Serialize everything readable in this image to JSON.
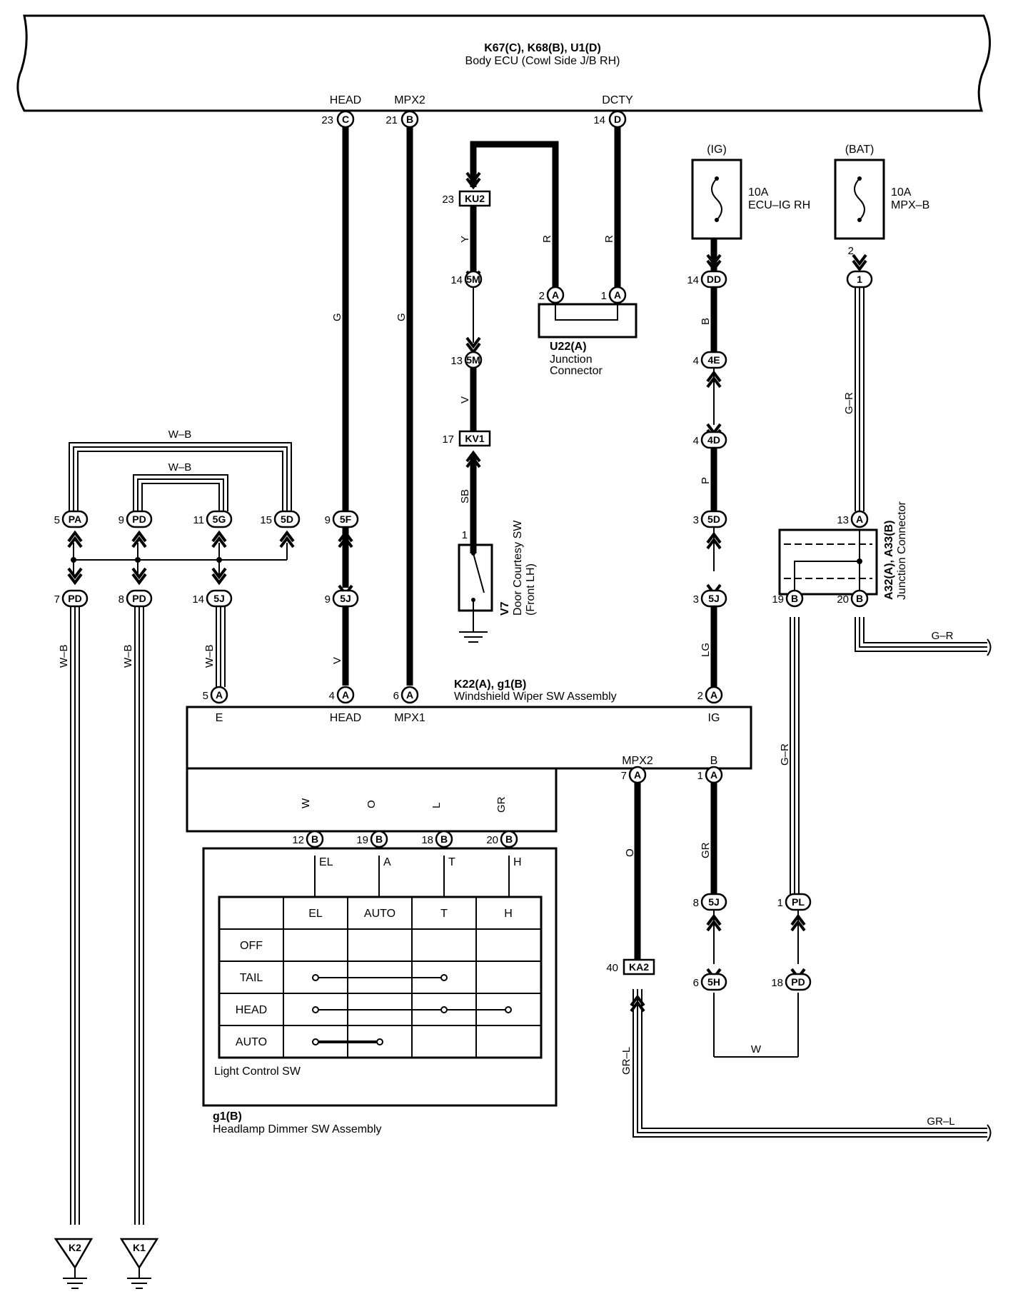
{
  "ecu": {
    "title": "K67(C), K68(B), U1(D)",
    "subtitle": "Body ECU (Cowl Side J/B RH)",
    "terminals": [
      {
        "name": "HEAD",
        "pin": "23",
        "conn": "C"
      },
      {
        "name": "MPX2",
        "pin": "21",
        "conn": "B"
      },
      {
        "name": "DCTY",
        "pin": "14",
        "conn": "D"
      }
    ]
  },
  "fuses": [
    {
      "source": "(IG)",
      "rating": "10A",
      "name": "ECU–IG RH"
    },
    {
      "source": "(BAT)",
      "rating": "10A",
      "name": "MPX–B",
      "pin": "2"
    }
  ],
  "junction_u22": {
    "title": "U22(A)",
    "line1": "Junction",
    "line2": "Connector"
  },
  "junction_a32": {
    "title": "A32(A), A33(B)",
    "line2": "Junction Connector"
  },
  "door_sw": {
    "code": "V7",
    "line1": "Door Courtesy SW",
    "line2": "(Front LH)"
  },
  "wiper_sw": {
    "title": "K22(A), g1(B)",
    "subtitle": "Windshield Wiper SW Assembly",
    "terms": [
      "E",
      "HEAD",
      "MPX1",
      "IG",
      "MPX2",
      "B"
    ]
  },
  "headlamp_sw": {
    "title": "g1(B)",
    "subtitle": "Headlamp Dimmer SW Assembly"
  },
  "light_table": {
    "caption": "Light Control SW",
    "columns": [
      "EL",
      "AUTO",
      "T",
      "H"
    ],
    "rows": [
      "OFF",
      "TAIL",
      "HEAD",
      "AUTO"
    ],
    "terminals": [
      "EL",
      "A",
      "T",
      "H"
    ]
  },
  "wires": {
    "head_g": "G",
    "mpx2_g": "G",
    "y": "Y",
    "r1": "R",
    "r2": "R",
    "v1": "V",
    "sb": "SB",
    "b1": "B",
    "p": "P",
    "lg": "LG",
    "gr_r1": "G–R",
    "gr_r2": "G–R",
    "gr_r3": "G–R",
    "wb1": "W–B",
    "wb2": "W–B",
    "wb3": "W–B",
    "wb4": "W–B",
    "wb5": "W–B",
    "v2": "V",
    "w1": "W",
    "o1": "O",
    "l": "L",
    "gr1": "GR",
    "o2": "O",
    "gr2": "GR",
    "w2": "W",
    "gr_l1": "GR–L",
    "gr_l2": "GR–L"
  },
  "connectors": {
    "ku2": "KU2",
    "c5m_a": "5M",
    "c5m_b": "5M",
    "kv1": "KV1",
    "u22_2": "A",
    "u22_1": "A",
    "dd": "DD",
    "c4e": "4E",
    "c4d": "4D",
    "c5d_r": "5D",
    "c5j_r": "5J",
    "a13": "A",
    "b19": "B",
    "b20": "B",
    "bat1": "1",
    "pa": "PA",
    "pd_top": "PD",
    "c5g": "5G",
    "c5d_l": "5D",
    "c5f": "5F",
    "pd7": "PD",
    "pd8": "PD",
    "c5j14": "5J",
    "c5j9": "5J",
    "wa5": "A",
    "wa4": "A",
    "wa6": "A",
    "wa2": "A",
    "wa7": "A",
    "wa1": "A",
    "hb12": "B",
    "hb19": "B",
    "hb18": "B",
    "hb20": "B",
    "c5j8": "5J",
    "pl": "PL",
    "c5h": "5H",
    "pd18": "PD",
    "ka2": "KA2",
    "k2": "K2",
    "k1": "K1"
  },
  "pins": {
    "ku2": "23",
    "c5m_a": "14",
    "c5m_b": "13",
    "kv1": "17",
    "door": "1",
    "u22_2": "2",
    "u22_1": "1",
    "dd": "14",
    "c4e": "4",
    "c4d": "4",
    "c5d_r": "3",
    "c5j_r": "3",
    "a13": "13",
    "b19": "19",
    "b20": "20",
    "pa": "5",
    "pd_top": "9",
    "c5g": "11",
    "c5d_l": "15",
    "c5f": "9",
    "pd7": "7",
    "pd8": "8",
    "c5j14": "14",
    "c5j9": "9",
    "wa5": "5",
    "wa4": "4",
    "wa6": "6",
    "wa2": "2",
    "wa7": "7",
    "wa1": "1",
    "hb12": "12",
    "hb19": "19",
    "hb18": "18",
    "hb20": "20",
    "c5j8": "8",
    "pl": "1",
    "c5h": "6",
    "pd18": "18",
    "ka2": "40"
  }
}
